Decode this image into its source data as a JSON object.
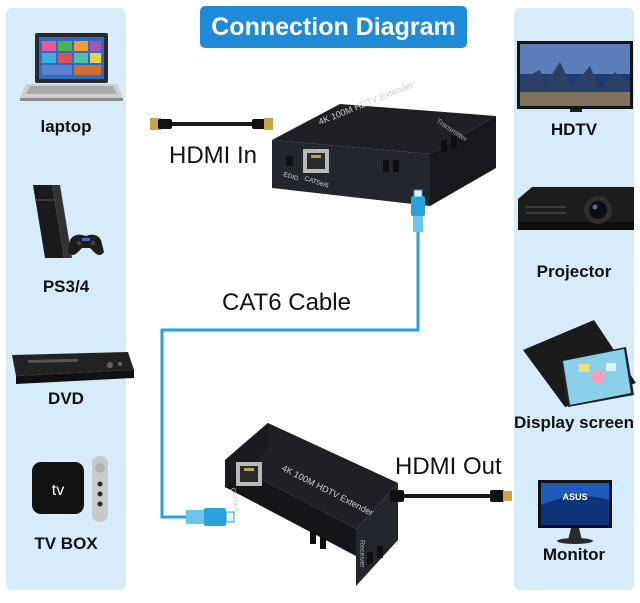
{
  "title": "Connection Diagram",
  "sources": [
    {
      "label": "laptop",
      "icon": "laptop-icon"
    },
    {
      "label": "PS3/4",
      "icon": "game-console-icon"
    },
    {
      "label": "DVD",
      "icon": "dvd-player-icon"
    },
    {
      "label": "TV BOX",
      "icon": "tv-box-icon"
    }
  ],
  "displays": [
    {
      "label": "HDTV",
      "icon": "hdtv-icon"
    },
    {
      "label": "Projector",
      "icon": "projector-icon"
    },
    {
      "label": "Display screen",
      "icon": "tablet-display-icon"
    },
    {
      "label": "Monitor",
      "icon": "monitor-icon"
    }
  ],
  "connections": {
    "hdmi_in": "HDMI In",
    "cat6": "CAT6 Cable",
    "hdmi_out": "HDMI Out"
  },
  "transmitter": {
    "model": "4K 100M HDTV Extender",
    "role": "Transmitter",
    "port_edid": "EDID",
    "port_cat": "CAT5e/6"
  },
  "receiver": {
    "model": "4K 100M HDTV Extender",
    "role": "Receiver",
    "port_cat": "CAT5e/6"
  },
  "tv_box_logo": "tv",
  "monitor_brand": "ASUS",
  "colors": {
    "panel": "#d6ecfa",
    "banner": "#1f8ad6",
    "cable": "#2aa0dc",
    "device": "#1b1d22"
  }
}
